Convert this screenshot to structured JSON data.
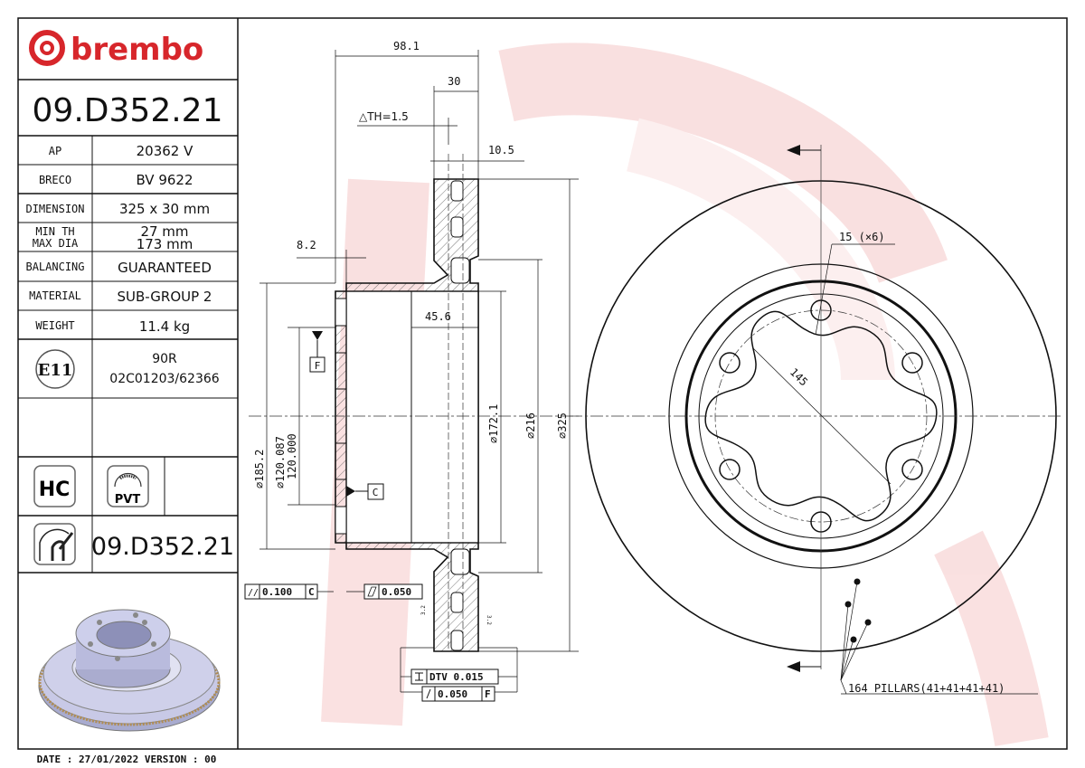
{
  "brand": {
    "name": "brembo",
    "color": "#d7262b",
    "watermark_color": "#f7d6d6"
  },
  "left_panel": {
    "part_number": "09.D352.21",
    "rows": [
      {
        "label": "AP",
        "value": "20362 V"
      },
      {
        "label": "BRECO",
        "value": "BV 9622"
      },
      {
        "label": "DIMENSION",
        "value": "325 x 30 mm"
      },
      {
        "label": "MIN TH",
        "label2": "MAX DIA",
        "value": "27 mm",
        "value2": "173 mm"
      },
      {
        "label": "BALANCING",
        "value": "GUARANTEED"
      },
      {
        "label": "MATERIAL",
        "value": "SUB-GROUP 2"
      },
      {
        "label": "WEIGHT",
        "value": "11.4 kg"
      }
    ],
    "homologation": {
      "badge": "E11",
      "line1": "90R",
      "line2": "02C01203/62366"
    },
    "icons": {
      "hc": "HC",
      "pvt": "PVT"
    },
    "part_number_bottom": "09.D352.21",
    "footer": "DATE : 27/01/2022 VERSION : 00"
  },
  "section_view": {
    "dim_overall": "98.1",
    "dim_thickness": "30",
    "delta_th": "△TH=1.5",
    "dim_10_5": "10.5",
    "dim_8_2": "8.2",
    "dim_45_6": "45.6",
    "dia_185": "⌀185.2",
    "dia_120a": "⌀120.087",
    "dia_120b": "120.000",
    "dia_172": "⌀172.1",
    "dia_216": "⌀216",
    "dia_325": "⌀325",
    "datum_f": "F",
    "datum_c": "C",
    "tol_parallel": {
      "value": "0.100",
      "datum": "C"
    },
    "tol_flatness": {
      "value": "0.050"
    },
    "tol_dtv": {
      "value": "DTV 0.015"
    },
    "tol_runout": {
      "value": "0.050",
      "datum": "F"
    },
    "roughness": "3.2"
  },
  "front_view": {
    "holes": "15 (×6)",
    "pcd": "145",
    "pillars": "164 PILLARS(41+41+41+41)"
  }
}
